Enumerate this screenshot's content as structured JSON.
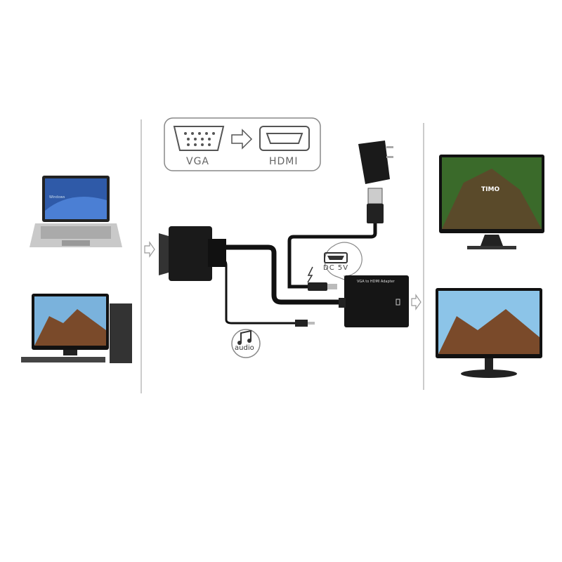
{
  "connectors": {
    "vga_label": "VGA",
    "hdmi_label": "HDMI"
  },
  "power": {
    "label": "DC 5V"
  },
  "audio": {
    "label": "audio"
  },
  "adapter": {
    "label": "VGA to HDMI Adapter"
  },
  "screens": {
    "laptop_text": "Windows",
    "monitor_text": "TIMO"
  }
}
